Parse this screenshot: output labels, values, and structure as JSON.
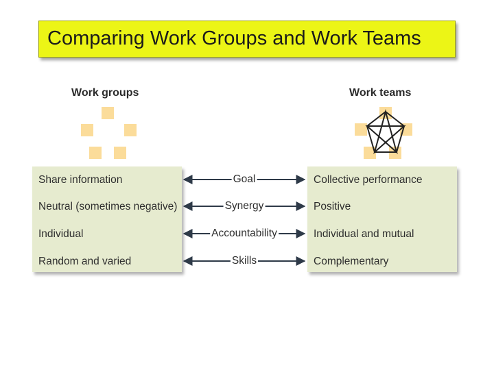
{
  "slide": {
    "title": "Comparing Work Groups and Work Teams"
  },
  "colors": {
    "title_background": "#ecf516",
    "panel_background": "#e6ebcf",
    "member_square": "#fbdc9a",
    "arrow": "#2e3a48"
  },
  "groups": {
    "heading": "Work groups",
    "rows": [
      "Share information",
      "Neutral (sometimes negative)",
      "Individual",
      "Random and varied"
    ]
  },
  "teams": {
    "heading": "Work teams",
    "rows": [
      "Collective performance",
      "Positive",
      "Individual and mutual",
      "Complementary"
    ]
  },
  "dimensions": [
    "Goal",
    "Synergy",
    "Accountability",
    "Skills"
  ],
  "icons": {
    "groups": "scattered-squares",
    "teams": "connected-pentagon-star"
  }
}
